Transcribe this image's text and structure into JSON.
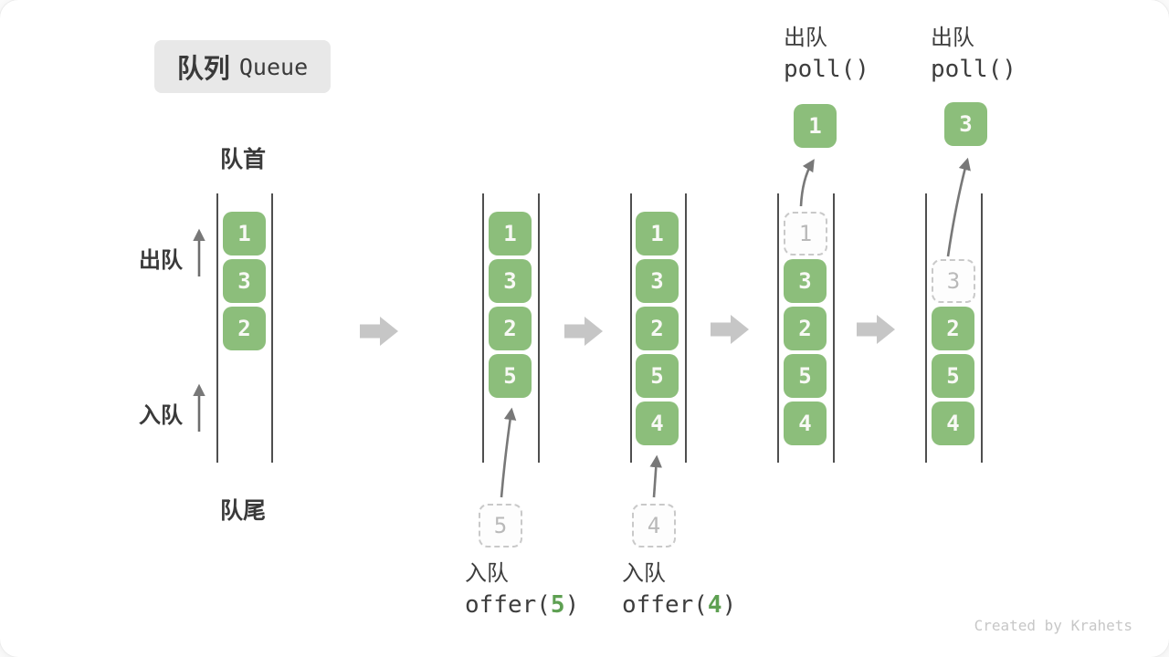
{
  "title": {
    "zh": "队列",
    "en": "Queue"
  },
  "labels": {
    "front": "队首",
    "rear": "队尾",
    "dequeue": "出队",
    "enqueue": "入队"
  },
  "columns": [
    {
      "cells": [
        {
          "value": "1"
        },
        {
          "value": "3"
        },
        {
          "value": "2"
        }
      ]
    },
    {
      "cells": [
        {
          "value": "1"
        },
        {
          "value": "3"
        },
        {
          "value": "2"
        },
        {
          "value": "5"
        }
      ]
    },
    {
      "cells": [
        {
          "value": "1"
        },
        {
          "value": "3"
        },
        {
          "value": "2"
        },
        {
          "value": "5"
        },
        {
          "value": "4"
        }
      ]
    },
    {
      "cells": [
        {
          "value": "1",
          "ghost": true
        },
        {
          "value": "3"
        },
        {
          "value": "2"
        },
        {
          "value": "5"
        },
        {
          "value": "4"
        }
      ]
    },
    {
      "cells": [
        {
          "value": "3",
          "ghost": true
        },
        {
          "value": "2"
        },
        {
          "value": "5"
        },
        {
          "value": "4"
        }
      ]
    }
  ],
  "operations": {
    "poll_a": {
      "label": "出队",
      "code": "poll()",
      "result": "1"
    },
    "poll_b": {
      "label": "出队",
      "code": "poll()",
      "result": "3"
    },
    "offer_a": {
      "label": "入队",
      "code_open": "offer(",
      "arg": "5",
      "code_close": ")",
      "staged": "5"
    },
    "offer_b": {
      "label": "入队",
      "code_open": "offer(",
      "arg": "4",
      "code_close": ")",
      "staged": "4"
    }
  },
  "footer": "Created by Krahets",
  "colors": {
    "box_green": "#8cbe7b",
    "arg_green": "#5ea052",
    "block_arrow_gray": "#c6c6c6",
    "arrow_gray": "#787878",
    "wall_line": "#4f4f4f",
    "badge_bg": "#e8e8e8",
    "ghost_border": "#c9c9c9",
    "footer_gray": "#c7c7c7"
  }
}
